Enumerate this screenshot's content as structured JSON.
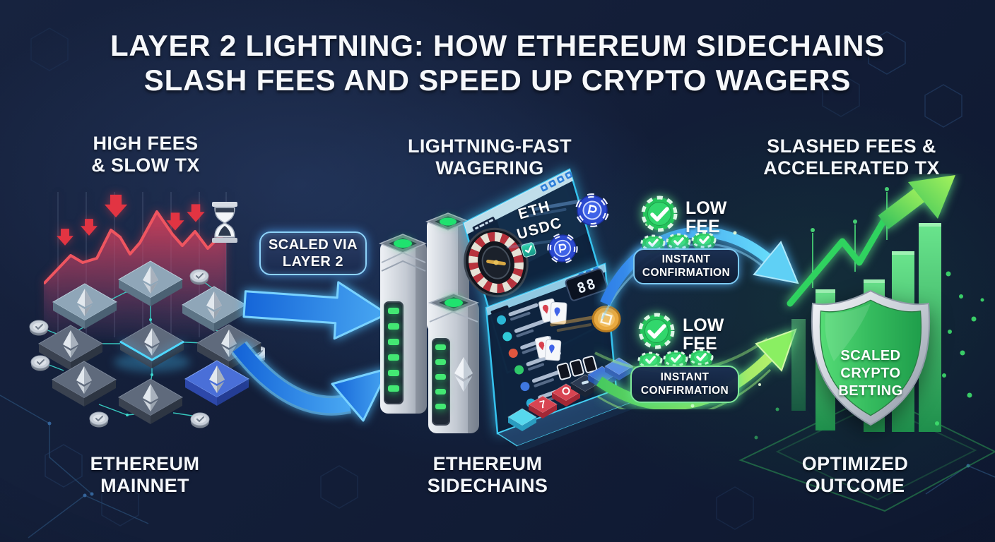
{
  "title": {
    "line1": "LAYER 2 LIGHTNING: HOW ETHEREUM SIDECHAINS",
    "line2": "SLASH FEES AND SPEED UP CRYPTO WAGERS"
  },
  "stage_mainnet": {
    "heading1": "HIGH FEES",
    "heading2": "& SLOW TX",
    "label1": "ETHEREUM",
    "label2": "MAINNET"
  },
  "stage_sidechains": {
    "heading1": "LIGHTNING-FAST",
    "heading2": "WAGERING",
    "label1": "ETHEREUM",
    "label2": "SIDECHAINS"
  },
  "stage_outcome": {
    "heading1": "SLASHED FEES &",
    "heading2": "ACCELERATED TX",
    "label1": "OPTIMIZED",
    "label2": "OUTCOME"
  },
  "scaled_badge": {
    "line1": "SCALED VIA",
    "line2": "LAYER 2"
  },
  "flow_top": {
    "fee1": "LOW",
    "fee2": "FEE",
    "confirm1": "INSTANT",
    "confirm2": "CONFIRMATION"
  },
  "flow_bottom": {
    "fee1": "LOW",
    "fee2": "FEE",
    "confirm1": "INSTANT",
    "confirm2": "CONFIRMATION"
  },
  "wagering_screen": {
    "token1": "ETH",
    "token2": "USDC",
    "counter": "88",
    "tile_glyph": "7"
  },
  "shield": {
    "line1": "SCALED",
    "line2": "CRYPTO",
    "line3": "BETTING"
  },
  "colors": {
    "background": "#13203b",
    "title_text": "#f6f8fb",
    "accent_blue": "#3f9ef0",
    "accent_cyan": "#35c2ee",
    "circuit_teal": "#3bd9cc",
    "alert_red": "#e04150",
    "success_green": "#2ec964",
    "arrow_green": "#7ee95e",
    "gold": "#e9a93f",
    "silver": "#c6cdd7",
    "chip_blue": "#2b49cf"
  }
}
